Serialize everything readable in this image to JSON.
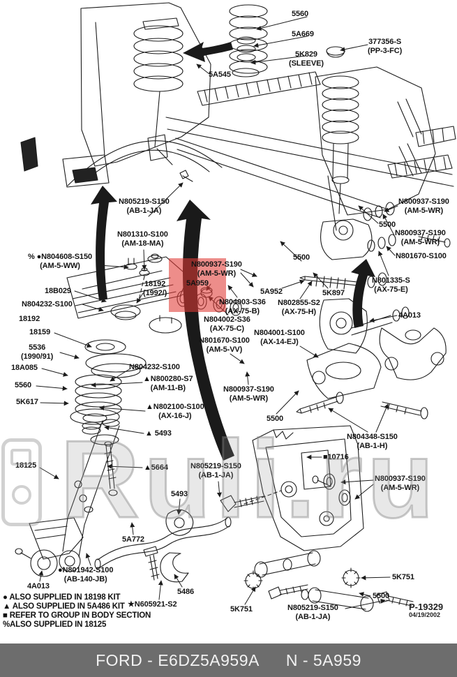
{
  "watermark": {
    "text": "Ruli.ru"
  },
  "highlight": {
    "part": "5A959",
    "color": "#e03a36"
  },
  "labels": [
    {
      "text": "5560"
    },
    {
      "text": "5A669"
    },
    {
      "text": "5K829\n(SLEEVE)"
    },
    {
      "text": "377356-S\n(PP-3-FC)"
    },
    {
      "text": "5A545"
    },
    {
      "text": "N805219-S150\n(AB-1-JA)"
    },
    {
      "text": "N801310-S100\n(AM-18-MA)"
    },
    {
      "text": "% ●N804608-S150\n(AM-5-WW)"
    },
    {
      "text": "18B029"
    },
    {
      "text": "18192\n(1992/)"
    },
    {
      "text": "N800937-S190\n(AM-5-WR)"
    },
    {
      "text": "5A959"
    },
    {
      "text": "5500"
    },
    {
      "text": "5A952"
    },
    {
      "text": "N804003-S36\n(AX-75-B)"
    },
    {
      "text": "N802855-S2\n(AX-75-H)"
    },
    {
      "text": "5K897"
    },
    {
      "text": "N804002-S36\n(AX-75-C)"
    },
    {
      "text": "N804001-S100\n(AX-14-EJ)"
    },
    {
      "text": "N801670-S100\n(AM-5-VV)"
    },
    {
      "text": "N800937-S190\n(AM-5-WR)"
    },
    {
      "text": "5500"
    },
    {
      "text": "N800937-S190\n(AM-5-WR)"
    },
    {
      "text": "N801670-S100"
    },
    {
      "text": "N801335-S\n(AX-75-E)"
    },
    {
      "text": "4A013"
    },
    {
      "text": "N804232-S100"
    },
    {
      "text": "18192"
    },
    {
      "text": "18159"
    },
    {
      "text": "5536\n(1990/91)"
    },
    {
      "text": "18A085"
    },
    {
      "text": "5560"
    },
    {
      "text": "5K617"
    },
    {
      "text": "N804232-S100"
    },
    {
      "text": "▲N800280-S7\n(AM-11-B)"
    },
    {
      "text": "▲N802100-S100\n(AX-16-J)"
    },
    {
      "text": "▲ 5493"
    },
    {
      "text": "N800937-S190\n(AM-5-WR)"
    },
    {
      "text": "5500"
    },
    {
      "text": "N804348-S150\n(AB-1-H)"
    },
    {
      "text": "■10716"
    },
    {
      "text": "18125"
    },
    {
      "text": "▲5664"
    },
    {
      "text": "N805219-S150\n(AB-1-JA)"
    },
    {
      "text": "5493"
    },
    {
      "text": "5A772"
    },
    {
      "text": "●N801942-S100\n(AB-140-JB)"
    },
    {
      "text": "4A013"
    },
    {
      "text": "5486"
    },
    {
      "text": "★N605921-S2"
    },
    {
      "text": "5K751"
    },
    {
      "text": "N805219-S150\n(AB-1-JA)"
    },
    {
      "text": "N800937-S190\n(AM-5-WR)"
    },
    {
      "text": "5K751"
    },
    {
      "text": "5500"
    }
  ],
  "legend": {
    "items": [
      "● ALSO SUPPLIED IN 18198 KIT",
      "▲ ALSO SUPPLIED IN 5A486 KIT",
      "■ REFER TO GROUP IN BODY SECTION",
      "%ALSO SUPPLIED IN 18125"
    ]
  },
  "stamp": {
    "code": "P-19329",
    "date": "04/19/2002"
  },
  "footer": {
    "left": "FORD - E6DZ5A959A",
    "right": "N - 5A959"
  }
}
